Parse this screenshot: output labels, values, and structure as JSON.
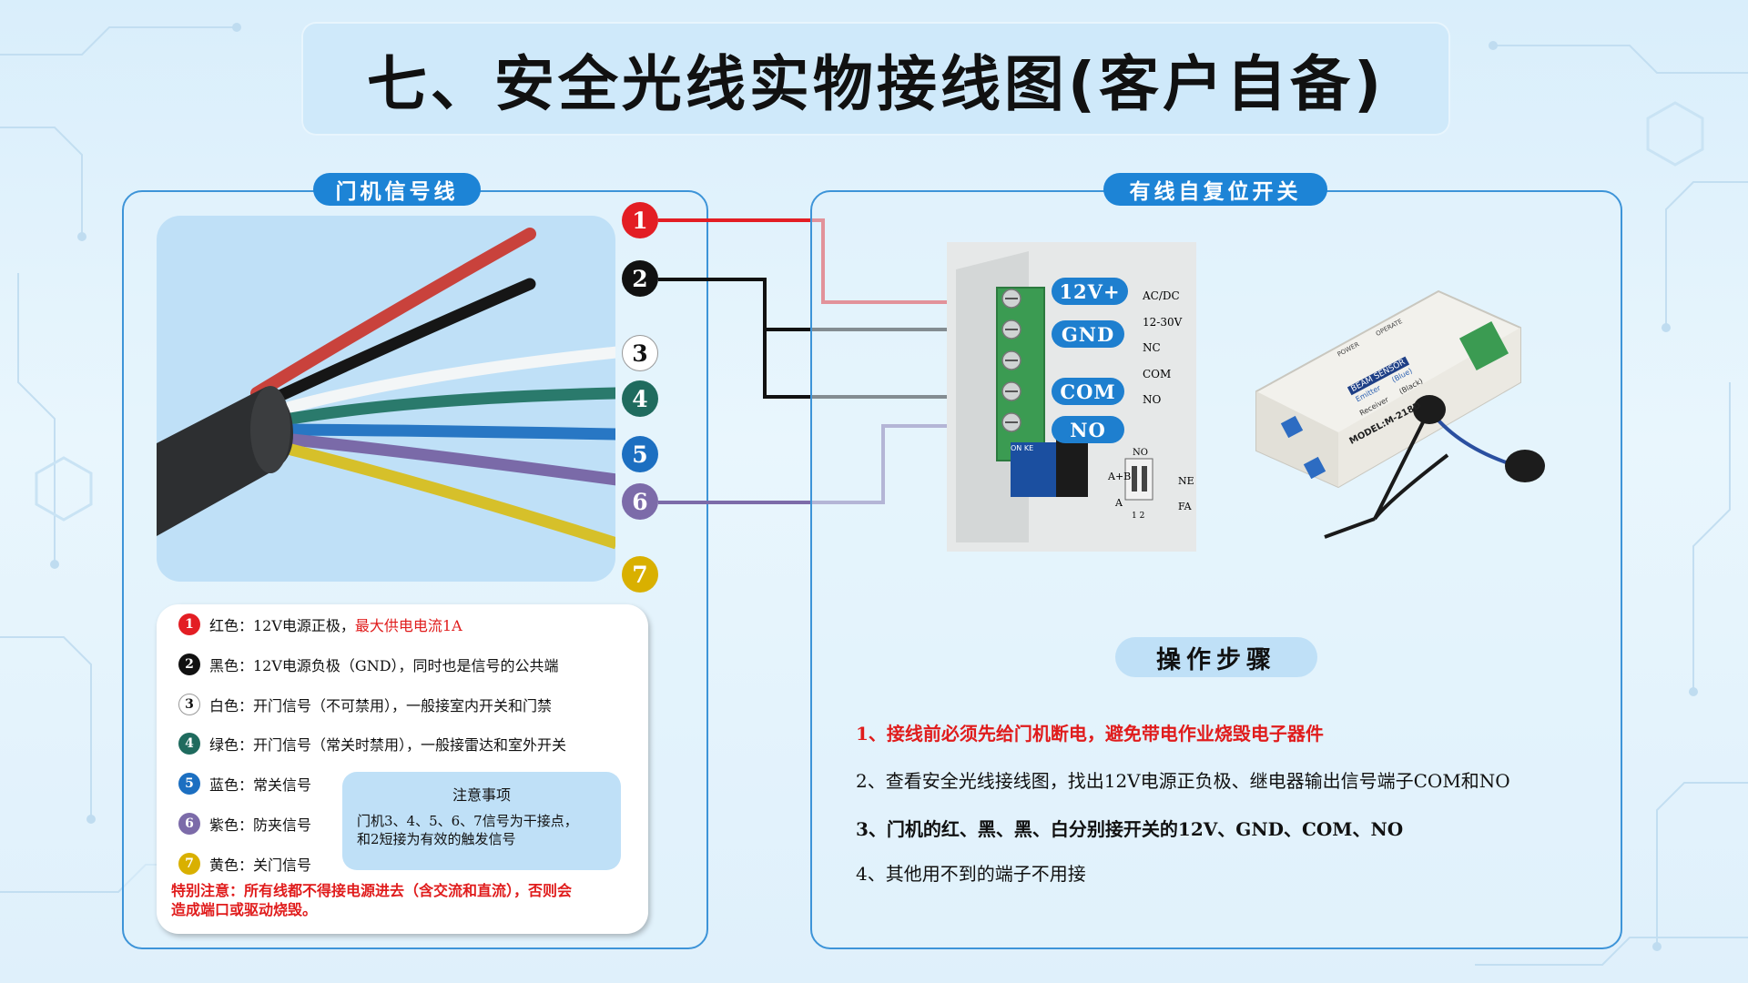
{
  "title": "七、安全光线实物接线图(客户自备)",
  "left_panel": {
    "label": "门机信号线",
    "badges": [
      "1",
      "2",
      "3",
      "4",
      "5",
      "6",
      "7"
    ],
    "wire_colors": {
      "1": "#e31e24",
      "2": "#111111",
      "3": "#ffffff",
      "4": "#1f6b5e",
      "5": "#1c6fc1",
      "6": "#7c6ba9",
      "7": "#d9b000"
    },
    "legend": [
      {
        "num": "1",
        "text": "红色：12V电源正极，",
        "extra": "最大供电电流1A"
      },
      {
        "num": "2",
        "text": "黑色：12V电源负极（GND），同时也是信号的公共端"
      },
      {
        "num": "3",
        "text": "白色：开门信号（不可禁用），一般接室内开关和门禁"
      },
      {
        "num": "4",
        "text": "绿色：开门信号（常关时禁用），一般接雷达和室外开关"
      },
      {
        "num": "5",
        "text": "蓝色：常关信号"
      },
      {
        "num": "6",
        "text": "紫色：防夹信号"
      },
      {
        "num": "7",
        "text": "黄色：关门信号"
      }
    ],
    "note": {
      "title": "注意事项",
      "body_line1": "门机3、4、5、6、7信号为干接点，",
      "body_line2": "和2短接为有效的触发信号"
    },
    "warning_line1": "特别注意：所有线都不得接电源进去（含交流和直流），否则会",
    "warning_line2": "造成端口或驱动烧毁。"
  },
  "right_panel": {
    "label": "有线自复位开关",
    "terminals": [
      "12V+",
      "GND",
      "COM",
      "NO"
    ],
    "device_text": {
      "acdc": "AC/DC",
      "v1230": "12-30V",
      "nc": "NC",
      "com": "COM",
      "no": "NO",
      "ab": "A+B",
      "a": "A",
      "sw_no": "NO",
      "sw_12": "1 2",
      "ne": "NE",
      "fa": "FA",
      "onkey": "ON KE"
    },
    "sensor_text": {
      "model": "MODEL:M-218D",
      "brand": "BEAM SENSOR",
      "emitter": "Emitter",
      "emitter_color": "(Blue)",
      "receiver": "Receiver",
      "receiver_color": "(Black)",
      "power": "POWER",
      "operate": "OPERATE"
    },
    "steps_title": "操作步骤",
    "steps": [
      "1、接线前必须先给门机断电，避免带电作业烧毁电子器件",
      "2、查看安全光线接线图，找出12V电源正负极、继电器输出信号端子COM和NO",
      "3、门机的红、黑、黑、白分别接开关的12V、GND、COM、NO",
      "4、其他用不到的端子不用接"
    ]
  },
  "colors": {
    "accent_blue": "#1d84d6",
    "panel_border": "#3d94d8",
    "warn_red": "#e01c1c",
    "purple_wire": "#7c6ba9"
  }
}
